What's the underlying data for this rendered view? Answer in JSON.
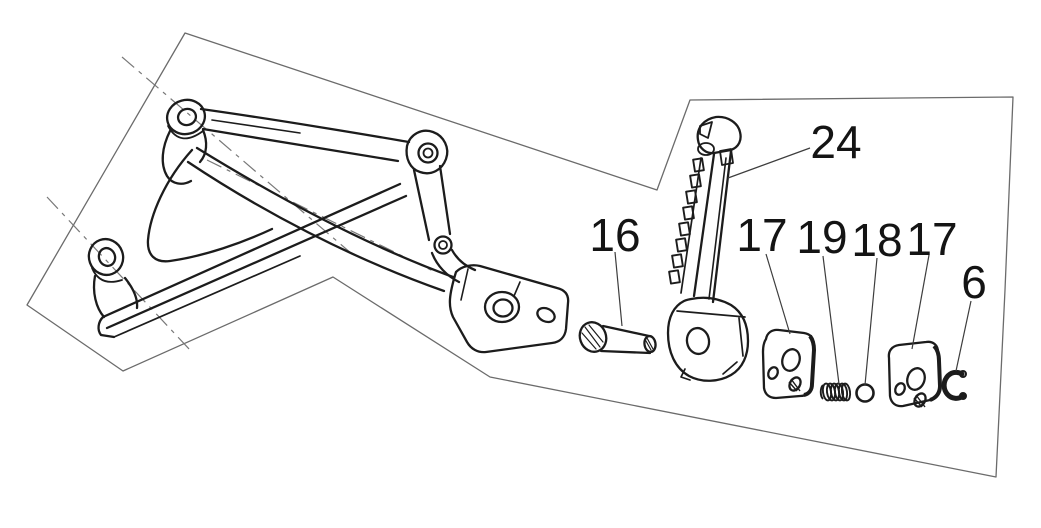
{
  "figure": {
    "type": "exploded-parts-diagram",
    "callouts": [
      {
        "label": "24",
        "target": "footpeg"
      },
      {
        "label": "16",
        "target": "pivot-pin"
      },
      {
        "label": "17",
        "target": "plate-left"
      },
      {
        "label": "19",
        "target": "spring"
      },
      {
        "label": "18",
        "target": "ball"
      },
      {
        "label": "17",
        "target": "plate-right"
      },
      {
        "label": "6",
        "target": "e-clip"
      }
    ],
    "colors": {
      "background": "#ffffff",
      "part_line": "#1c1c1c",
      "frame_line": "#6b6b6b",
      "leader_line": "#3d3d3d",
      "label_text": "#141414"
    }
  }
}
